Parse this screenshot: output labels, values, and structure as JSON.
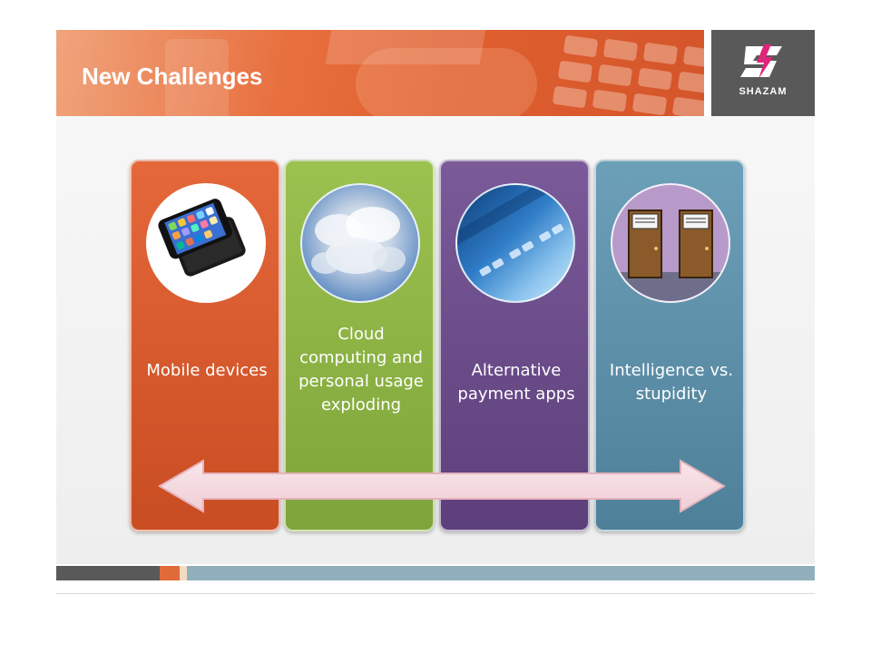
{
  "slide": {
    "title": "New Challenges",
    "logo_text": "SHAZAM",
    "logo_icon": "shazam-s-bolt-icon"
  },
  "cards": [
    {
      "label": "Mobile devices",
      "image": "smartphone-image",
      "color": "#d85a2c"
    },
    {
      "label": "Cloud computing and personal usage exploding",
      "image": "clouds-image",
      "color": "#8db445"
    },
    {
      "label": "Alternative payment apps",
      "image": "credit-card-image",
      "color": "#6b4c8a"
    },
    {
      "label": "Intelligence vs. stupidity",
      "image": "counter-intelligence-doors-image",
      "color": "#5e90aa"
    }
  ],
  "colors": {
    "banner": "#e06a3a",
    "logo_bg": "#595959",
    "arrow_fill": "#f2d7dc",
    "footer_blue": "#8fafbd"
  }
}
